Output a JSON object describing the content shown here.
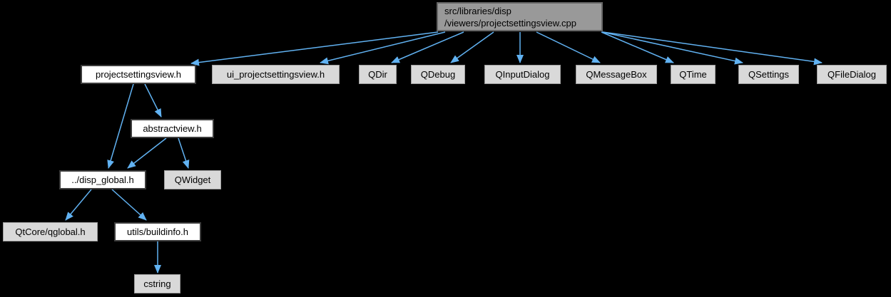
{
  "diagram": {
    "colors": {
      "background": "#000000",
      "edge": "#61b2f2",
      "current_node_fill": "#999999",
      "current_node_border": "#656565",
      "linked_node_fill": "#ffffff",
      "linked_node_border": "#3c3c3c",
      "external_node_fill": "#d9d9d9",
      "external_node_border": "#9c9c9c",
      "text": "#000000"
    },
    "nodes": {
      "cpp": {
        "label": "src/libraries/disp\n/viewers/projectsettingsview.cpp",
        "type": "current"
      },
      "projectsettingsview_h": {
        "label": "projectsettingsview.h",
        "type": "linked"
      },
      "ui_projectsettingsview_h": {
        "label": "ui_projectsettingsview.h",
        "type": "external"
      },
      "qdir": {
        "label": "QDir",
        "type": "external"
      },
      "qdebug": {
        "label": "QDebug",
        "type": "external"
      },
      "qinputdialog": {
        "label": "QInputDialog",
        "type": "external"
      },
      "qmessagebox": {
        "label": "QMessageBox",
        "type": "external"
      },
      "qtime": {
        "label": "QTime",
        "type": "external"
      },
      "qsettings": {
        "label": "QSettings",
        "type": "external"
      },
      "qfiledialog": {
        "label": "QFileDialog",
        "type": "external"
      },
      "abstractview_h": {
        "label": "abstractview.h",
        "type": "linked"
      },
      "disp_global_h": {
        "label": "../disp_global.h",
        "type": "linked"
      },
      "qwidget": {
        "label": "QWidget",
        "type": "external"
      },
      "qtcore_qglobal_h": {
        "label": "QtCore/qglobal.h",
        "type": "external"
      },
      "utils_buildinfo_h": {
        "label": "utils/buildinfo.h",
        "type": "linked"
      },
      "cstring": {
        "label": "cstring",
        "type": "external"
      }
    },
    "edges": [
      {
        "from": "cpp",
        "to": "projectsettingsview_h"
      },
      {
        "from": "cpp",
        "to": "ui_projectsettingsview_h"
      },
      {
        "from": "cpp",
        "to": "qdir"
      },
      {
        "from": "cpp",
        "to": "qdebug"
      },
      {
        "from": "cpp",
        "to": "qinputdialog"
      },
      {
        "from": "cpp",
        "to": "qmessagebox"
      },
      {
        "from": "cpp",
        "to": "qtime"
      },
      {
        "from": "cpp",
        "to": "qsettings"
      },
      {
        "from": "cpp",
        "to": "qfiledialog"
      },
      {
        "from": "projectsettingsview_h",
        "to": "abstractview_h"
      },
      {
        "from": "projectsettingsview_h",
        "to": "disp_global_h"
      },
      {
        "from": "abstractview_h",
        "to": "disp_global_h"
      },
      {
        "from": "abstractview_h",
        "to": "qwidget"
      },
      {
        "from": "disp_global_h",
        "to": "qtcore_qglobal_h"
      },
      {
        "from": "disp_global_h",
        "to": "utils_buildinfo_h"
      },
      {
        "from": "utils_buildinfo_h",
        "to": "cstring"
      }
    ]
  }
}
